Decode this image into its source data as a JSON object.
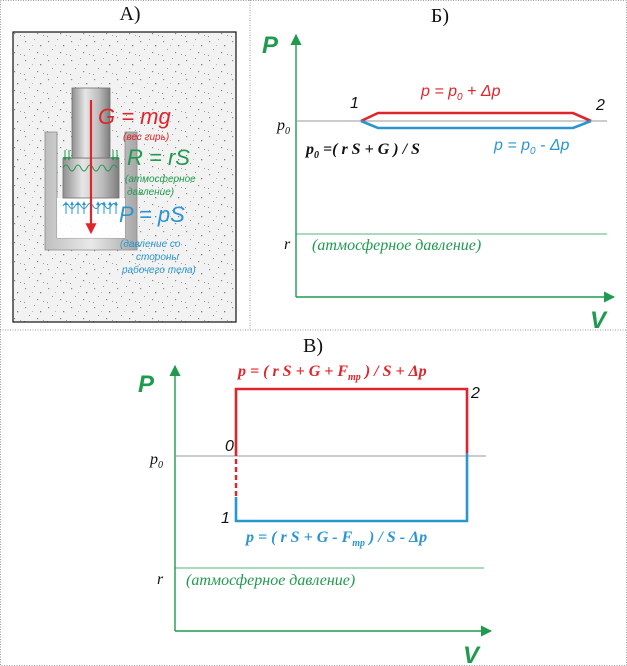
{
  "panelA": {
    "title": "А)",
    "gravity": "G = mg",
    "gravity_note": "(вес гирь)",
    "atm_force": "R = rS",
    "atm_note_1": "(атмосферное",
    "atm_note_2": "давление)",
    "pressure_force": "P = pS",
    "pressure_note_1": "(давление со",
    "pressure_note_2": "стороны",
    "pressure_note_3": "рабочего тела)"
  },
  "panelB": {
    "title": "Б)",
    "y_axis": "P",
    "x_axis": "V",
    "p0_label": "p",
    "p0_sub": "0",
    "r_label": "r",
    "atm_label": "(атмосферное давление)",
    "point1": "1",
    "point2": "2",
    "upper_eq": "p = p",
    "upper_eq_sub": "0",
    "upper_eq_tail": " + Δp",
    "lower_eq": "p = p",
    "lower_eq_sub": "0",
    "lower_eq_tail": " - Δp",
    "balance_p": "p",
    "balance_sub": "0",
    "balance_tail": " =( r S + G ) / S"
  },
  "panelC": {
    "title": "В)",
    "y_axis": "P",
    "x_axis": "V",
    "p0_label": "p",
    "p0_sub": "0",
    "r_label": "r",
    "atm_label": "(атмосферное давление)",
    "point0": "0",
    "point1": "1",
    "point2": "2",
    "upper_eq_head": "p = ( r S + G + F",
    "upper_eq_sub": "тр",
    "upper_eq_tail": " ) / S + Δp",
    "lower_eq_head": "p = ( r S + G - F",
    "lower_eq_sub": "тр",
    "lower_eq_tail": " ) / S - Δp"
  },
  "colors": {
    "red": "#e0242b",
    "blue": "#2a95d1",
    "green": "#1f9a4f",
    "gray": "#9a9a9a"
  }
}
